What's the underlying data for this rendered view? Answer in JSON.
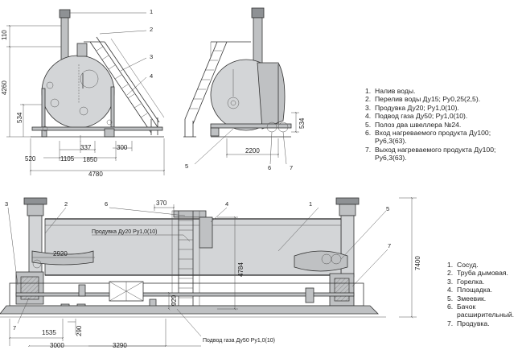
{
  "top_dims": {
    "d110": "110",
    "d4260": "4260",
    "d534": "534",
    "d520": "520",
    "d1105": "1105",
    "d337": "337",
    "d1850": "1850",
    "d300": "300",
    "d4780": "4780",
    "d2200": "2200",
    "d534r": "534"
  },
  "top_callouts": [
    "1",
    "2",
    "3",
    "4",
    "5",
    "6",
    "7"
  ],
  "bottom_dims": {
    "d370": "370",
    "d2920": "2920",
    "d4784": "4784",
    "d929": "929",
    "d1535": "1535",
    "d290": "290",
    "d3000": "3000",
    "d3290": "3290",
    "d7400": "7400"
  },
  "bottom_labels": {
    "produvka": "Продувка Ду20 Ру1,0(10)",
    "gas": "Подвод газа Ду50 Ру1,0(10)"
  },
  "bottom_callouts": [
    "1",
    "2",
    "3",
    "4",
    "5",
    "6",
    "7"
  ],
  "legend_top": [
    {
      "n": "1.",
      "text": "Налив воды."
    },
    {
      "n": "2.",
      "text": "Перелив воды Ду15; Ру0,25(2,5)."
    },
    {
      "n": "3.",
      "text": "Продувка Ду20; Ру1,0(10)."
    },
    {
      "n": "4.",
      "text": "Подвод газа Ду50; Ру1,0(10)."
    },
    {
      "n": "5.",
      "text": "Полоз два швеллера №24."
    },
    {
      "n": "6.",
      "text": "Вход нагреваемого продукта Ду100; Ру6,3(63)."
    },
    {
      "n": "7.",
      "text": "Выход нагреваемого продукта Ду100; Ру6,3(63)."
    }
  ],
  "legend_bottom": [
    {
      "n": "1.",
      "text": "Сосуд."
    },
    {
      "n": "2.",
      "text": "Труба дымовая."
    },
    {
      "n": "3.",
      "text": "Горелка."
    },
    {
      "n": "4.",
      "text": "Площадка."
    },
    {
      "n": "5.",
      "text": "Змеевик."
    },
    {
      "n": "6.",
      "text": "Бачок расширительный."
    },
    {
      "n": "7.",
      "text": "Продувка."
    }
  ]
}
